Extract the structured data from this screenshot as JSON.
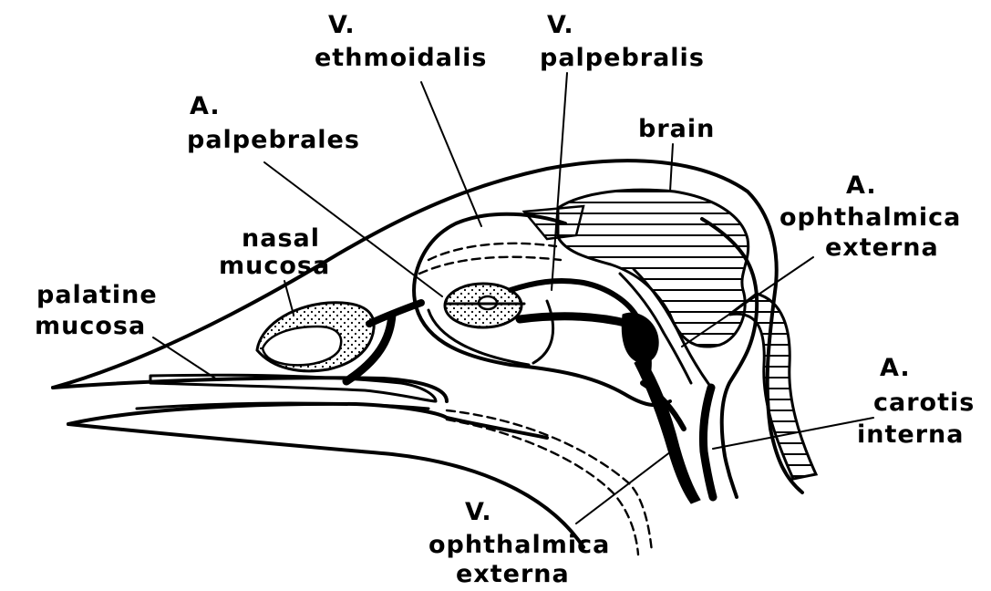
{
  "labels": {
    "v_ethmoidalis": {
      "prefix": "V.",
      "name": "ethmoidalis"
    },
    "v_palpebralis": {
      "prefix": "V.",
      "name": "palpebralis"
    },
    "a_palpebrales": {
      "prefix": "A.",
      "name": "palpebrales"
    },
    "brain": {
      "name": "brain"
    },
    "nasal_mucosa": {
      "line1": "nasal",
      "line2": "mucosa"
    },
    "palatine_mucosa": {
      "line1": "palatine",
      "line2": "mucosa"
    },
    "a_ophthalmica_externa": {
      "prefix": "A.",
      "line1": "ophthalmica",
      "line2": "externa"
    },
    "a_carotis_interna": {
      "prefix": "A.",
      "line1": "carotis",
      "line2": "interna"
    },
    "v_ophthalmica_externa": {
      "prefix": "V.",
      "line1": "ophthalmica",
      "line2": "externa"
    }
  },
  "colors": {
    "ink": "#000000",
    "paper": "#ffffff"
  }
}
